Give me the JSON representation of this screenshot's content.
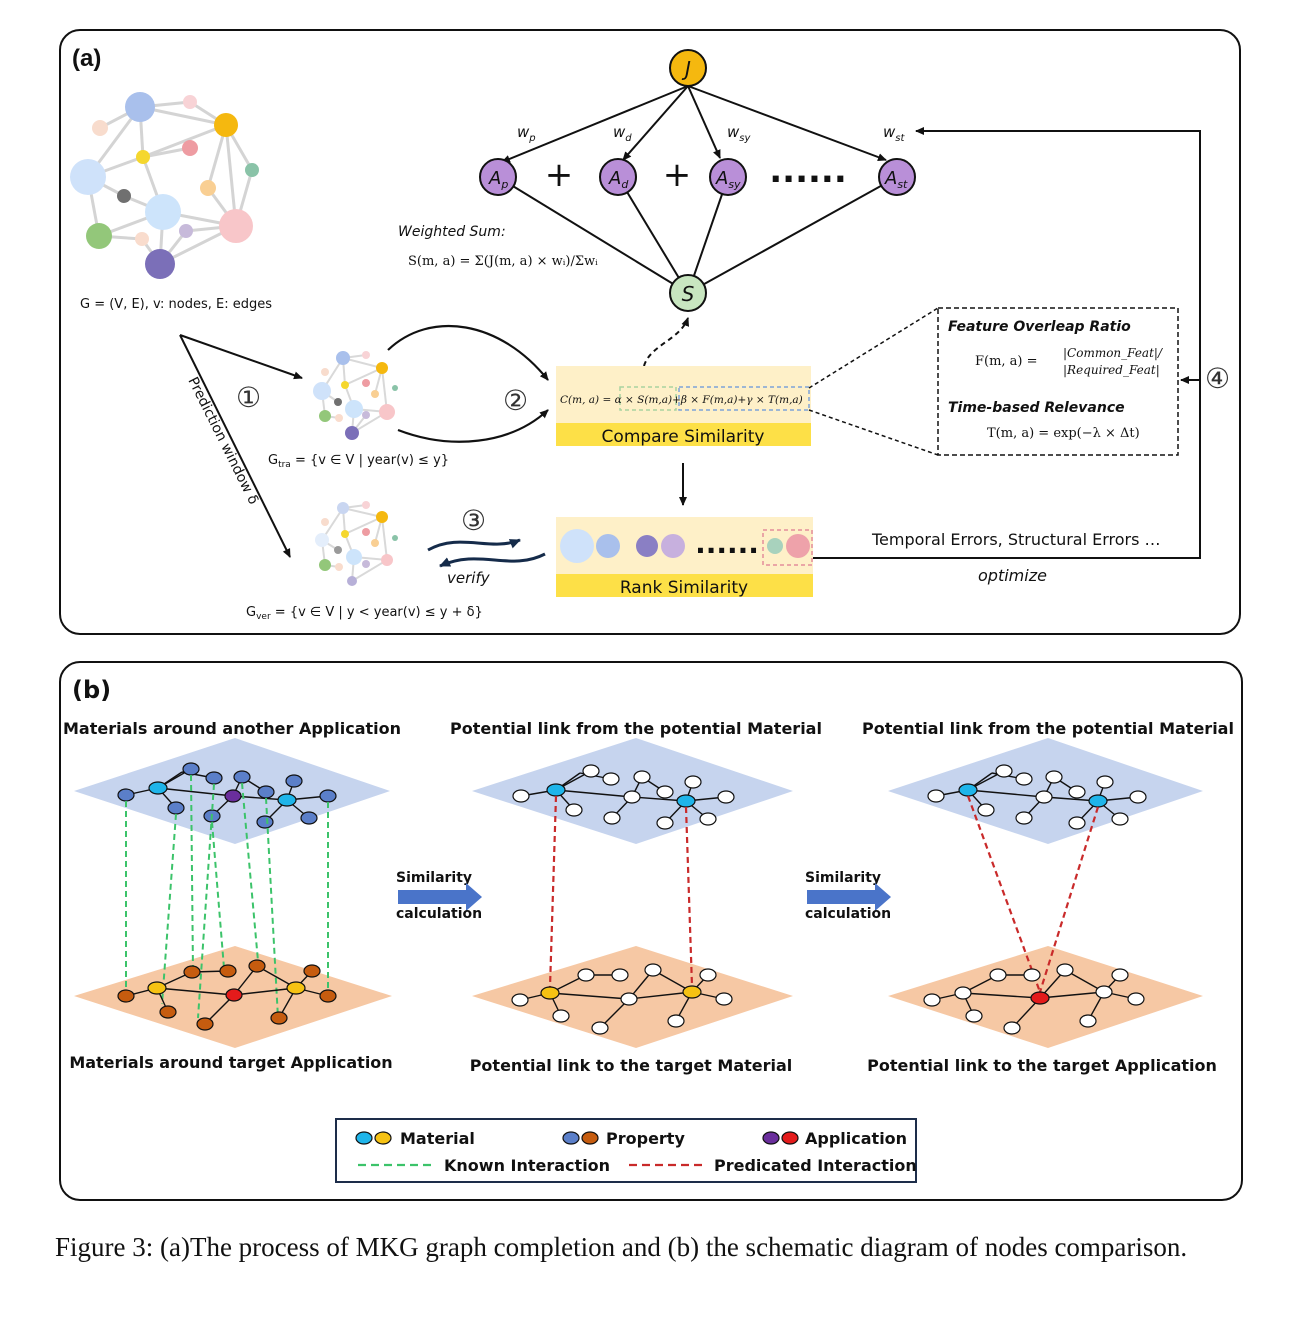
{
  "panel_a": {
    "label": "(a)",
    "graph_caption": "G = (V, E), v: nodes, E: edges",
    "prediction_window": "Prediction window δ",
    "g_tra_caption": "Gtra = {v ∈ V | year(v) ≤ y}",
    "g_tra_sym": "G",
    "g_tra_sub": "tra",
    "g_tra_rest": " = {v ∈ V | year(v) ≤ y}",
    "g_ver_sym": "G",
    "g_ver_sub": "ver",
    "g_ver_rest": " = {v ∈ V | y < year(v) ≤ y + δ}",
    "step1": "①",
    "step2": "②",
    "step3": "③",
    "step4": "④",
    "node_j": "J",
    "node_s": "S",
    "attr_nodes": [
      {
        "base": "A",
        "sub": "p",
        "weight_base": "w",
        "weight_sub": "p"
      },
      {
        "base": "A",
        "sub": "d",
        "weight_base": "w",
        "weight_sub": "d"
      },
      {
        "base": "A",
        "sub": "sy",
        "weight_base": "w",
        "weight_sub": "sy"
      },
      {
        "base": "A",
        "sub": "st",
        "weight_base": "w",
        "weight_sub": "st"
      }
    ],
    "plus": "+",
    "ellipsis": "......",
    "weighted_sum_label": "Weighted Sum:",
    "weighted_sum_formula": "S(m, a) = Σ(J(m, a) × wᵢ)/Σwᵢ",
    "compare_formula": "C(m, a) = α × S(m,a)+β × F(m,a)+γ × T(m,a)",
    "compare_label": "Compare Similarity",
    "rank_label": "Rank Similarity",
    "feature_title": "Feature Overleap Ratio",
    "feature_formula_left": "F(m, a) =",
    "feature_formula_top": "|Common_Feat|/",
    "feature_formula_bottom": "|Required_Feat|",
    "time_title": "Time-based Relevance",
    "time_formula": "T(m, a) = exp(−λ × Δt)",
    "errors_text": "Temporal Errors, Structural Errors …",
    "optimize_text": "optimize",
    "verify_text": "verify",
    "colors": {
      "yellow": "#f5b80f",
      "green_node": "#c8e6c0",
      "purple_node": "#b98fd8",
      "band": "#fef0c8",
      "band_label": "#fde047"
    }
  },
  "panel_b": {
    "label": "(b)",
    "col1_top": "Materials around another Application",
    "col1_bottom": "Materials around target Application",
    "col2_top": "Potential link from the potential Material",
    "col2_bottom": "Potential link to the target Material",
    "col3_top": "Potential link from the potential Material",
    "col3_bottom": "Potential link to the target Application",
    "arrow1_top": "Similarity",
    "arrow1_bottom": "calculation",
    "arrow2_top": "Similarity",
    "arrow2_bottom": "calculation",
    "legend": {
      "material": "Material",
      "property": "Property",
      "application": "Application",
      "known": "Known Interaction",
      "predicted": "Predicated Interaction"
    },
    "colors": {
      "blue_plane": "#c6d4ee",
      "orange_plane": "#f6c8a4",
      "material_blue": "#1fb5ea",
      "material_yellow": "#f6c213",
      "property_blue": "#5b7fc9",
      "property_orange": "#c65c0f",
      "application_purple": "#6a2e9c",
      "application_red": "#e41b1b",
      "known": "#3cc36a",
      "predicted": "#c92a2a"
    }
  },
  "caption": "Figure 3: (a)The process of MKG graph completion and (b) the schematic diagram of nodes comparison."
}
